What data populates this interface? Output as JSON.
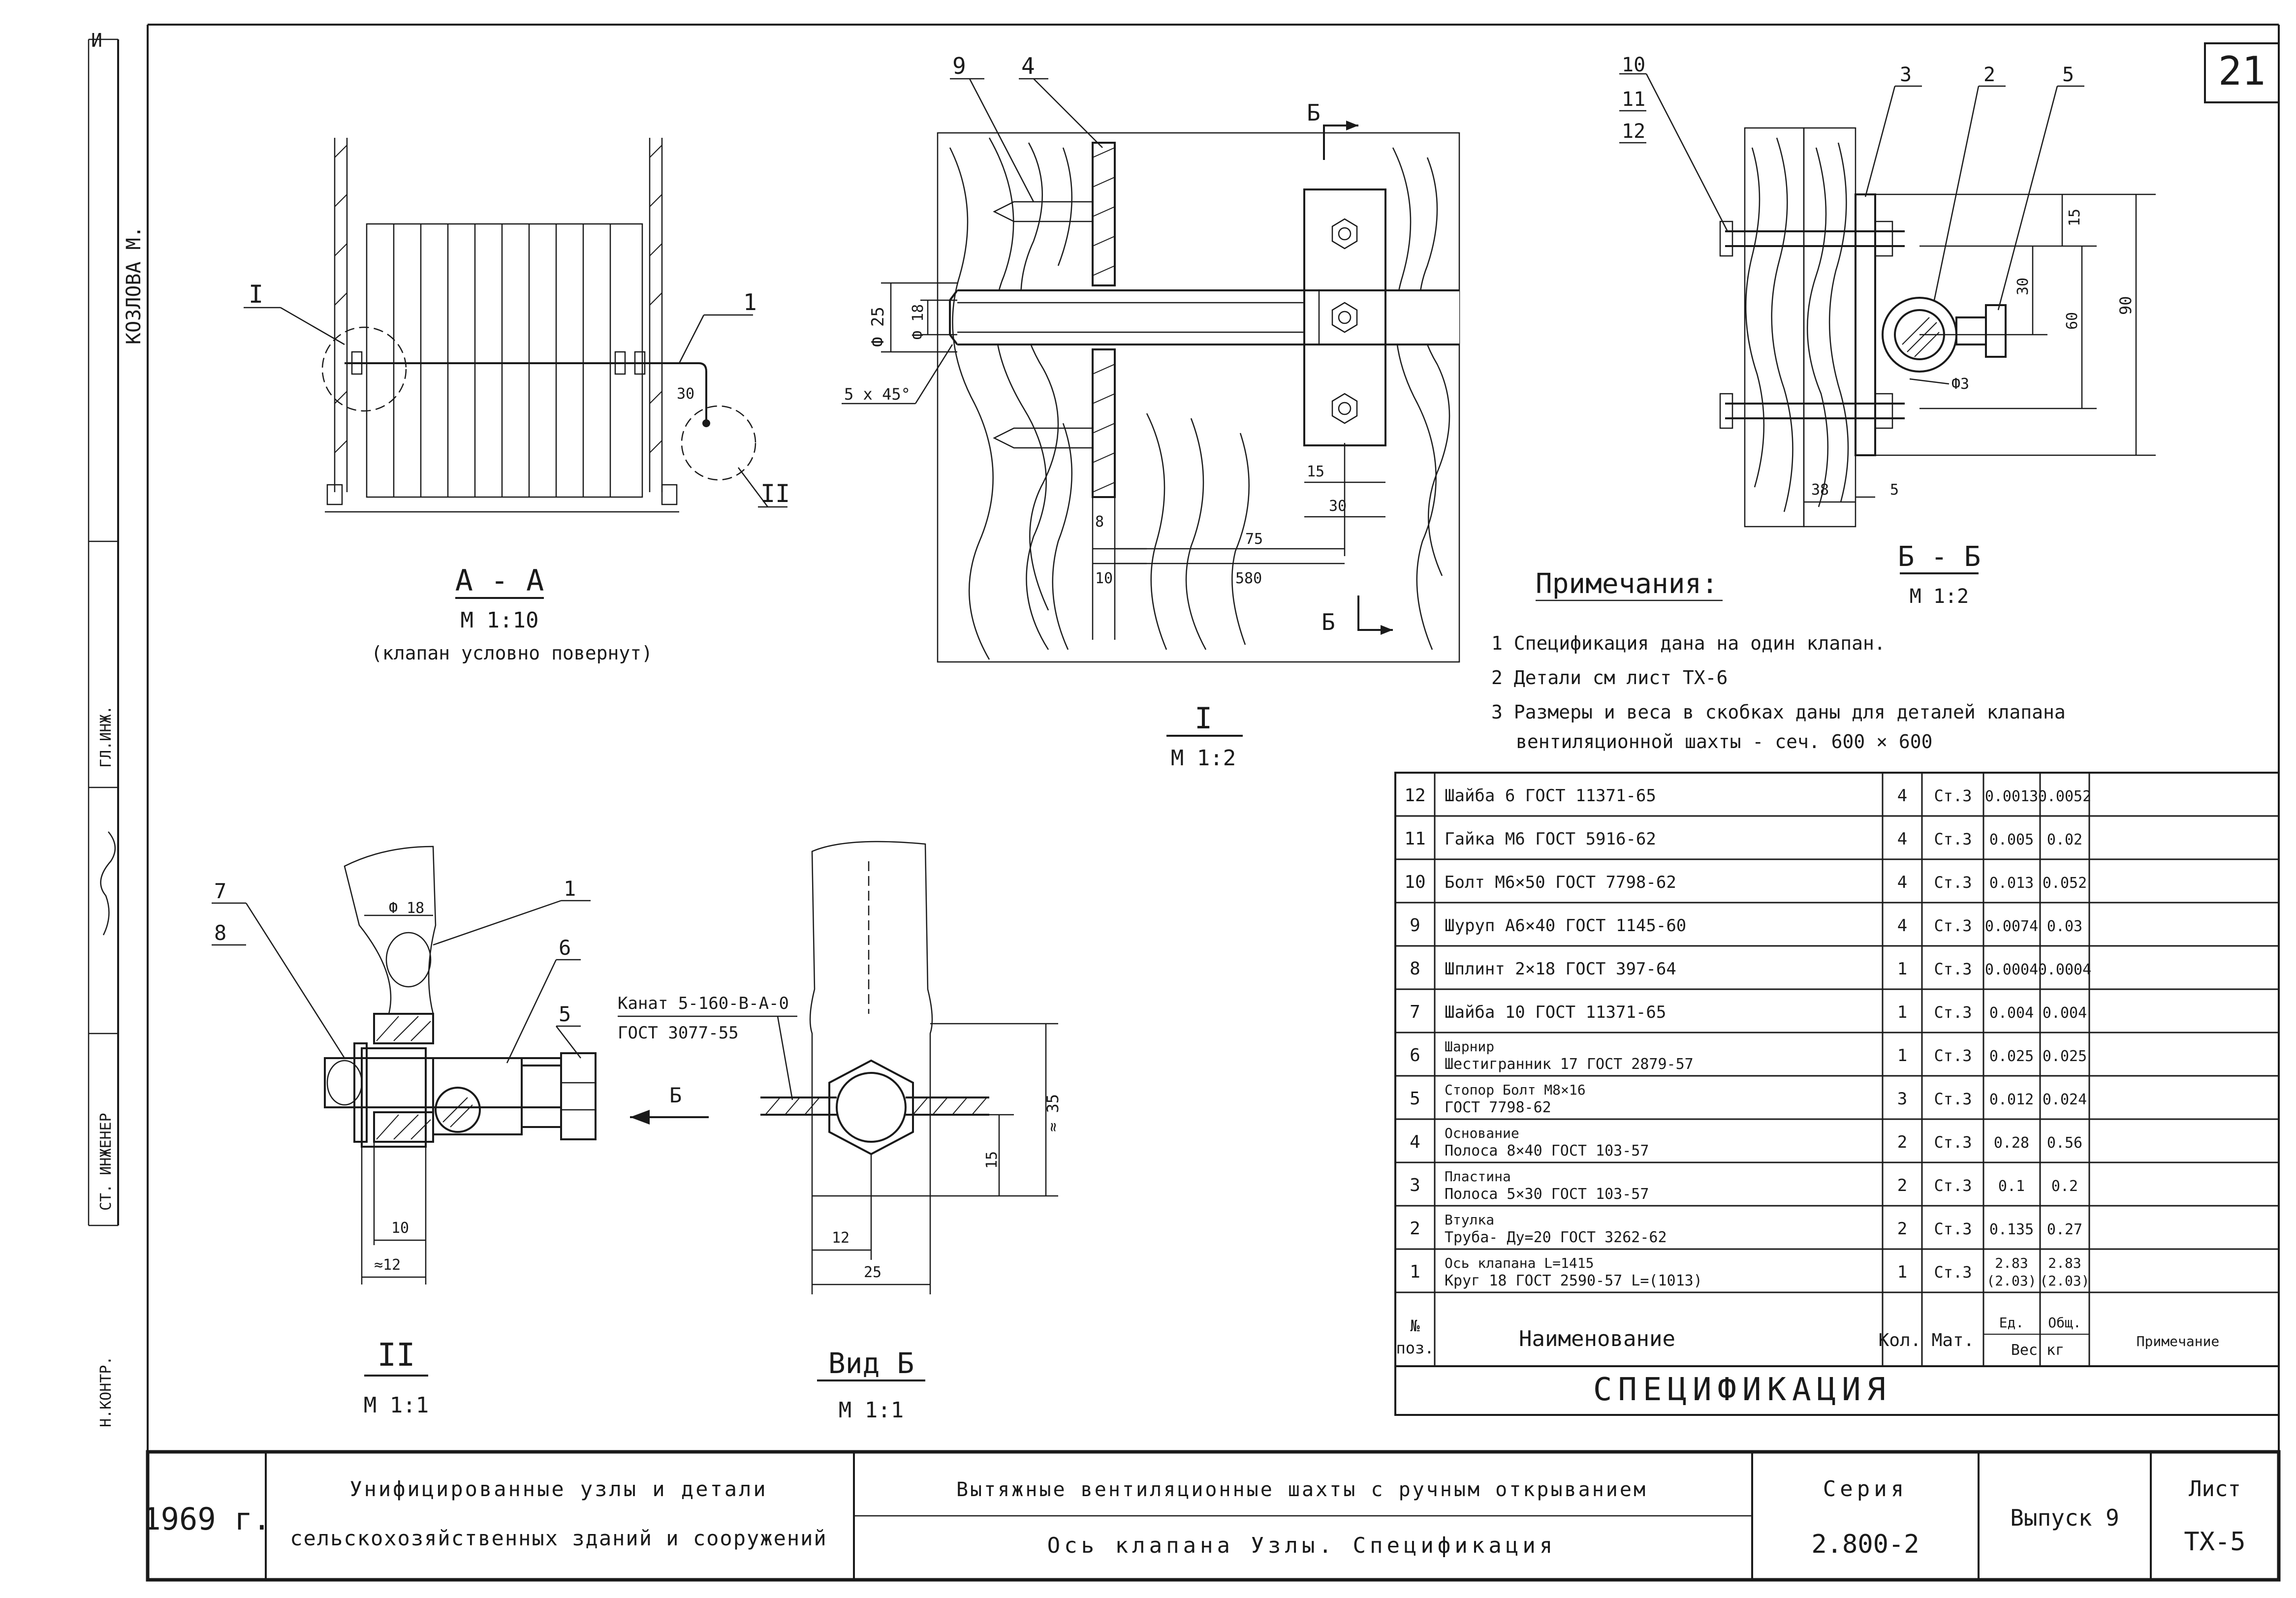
{
  "sheet": {
    "number": "21",
    "side_stamp": {
      "mark": "И",
      "author": "КОЗЛОВА М.",
      "role1": "ГЛ.ИНЖ.",
      "role2": "СТ. ИНЖЕНЕР",
      "checked": "Н.КОНТР."
    }
  },
  "views": {
    "aa": {
      "title": "А - А",
      "scale": "М 1:10",
      "note": "(клапан условно повернут)"
    },
    "one": {
      "title": "I",
      "scale": "М 1:2"
    },
    "bb": {
      "title": "Б - Б",
      "scale": "М 1:2"
    },
    "two": {
      "title": "II",
      "scale": "М 1:1"
    },
    "vidb": {
      "title": "Вид Б",
      "scale": "М 1:1"
    }
  },
  "callouts": {
    "aa": [
      "I",
      "1",
      "30",
      "II"
    ],
    "one": [
      "9",
      "4",
      "Б",
      "Б",
      "Ф 25",
      "Ф 18",
      "5 х 45°",
      "8",
      "10",
      "15",
      "30",
      "75",
      "580"
    ],
    "bb": [
      "10",
      "11",
      "12",
      "3",
      "2",
      "5",
      "15",
      "30",
      "60",
      "90",
      "38",
      "5",
      "Ф3"
    ],
    "two": [
      "7",
      "8",
      "1",
      "Ф 18",
      "6",
      "5",
      "Б",
      "10",
      "≈12"
    ],
    "vidb": [
      "Канат 5-160-В-А-0",
      "ГОСТ 3077-55",
      "≈ 35",
      "15",
      "12",
      "25"
    ]
  },
  "notes": {
    "title": "Примечания:",
    "items": [
      "1 Спецификация дана на один клапан.",
      "2 Детали см лист ТХ-6",
      "3 Размеры и веса в скобках даны для деталей клапана",
      "вентиляционной шахты - сеч. 600 × 600"
    ]
  },
  "spec": {
    "title": "СПЕЦИФИКАЦИЯ",
    "header": {
      "pos": [
        "№",
        "поз."
      ],
      "name": "Наименование",
      "qty": "Кол.",
      "mat": "Мат.",
      "unit": "Ед.",
      "total": "Общ.",
      "weight": "Вес кг",
      "note": "Примечание"
    },
    "rows": [
      {
        "pos": "12",
        "name": [
          "Шайба 6 ГОСТ 11371-65"
        ],
        "qty": "4",
        "mat": "Ст.3",
        "unit": "0.0013",
        "total": "0.0052"
      },
      {
        "pos": "11",
        "name": [
          "Гайка М6 ГОСТ 5916-62"
        ],
        "qty": "4",
        "mat": "Ст.3",
        "unit": "0.005",
        "total": "0.02"
      },
      {
        "pos": "10",
        "name": [
          "Болт М6×50 ГОСТ 7798-62"
        ],
        "qty": "4",
        "mat": "Ст.3",
        "unit": "0.013",
        "total": "0.052"
      },
      {
        "pos": "9",
        "name": [
          "Шуруп А6×40 ГОСТ 1145-60"
        ],
        "qty": "4",
        "mat": "Ст.3",
        "unit": "0.0074",
        "total": "0.03"
      },
      {
        "pos": "8",
        "name": [
          "Шплинт 2×18 ГОСТ 397-64"
        ],
        "qty": "1",
        "mat": "Ст.3",
        "unit": "0.0004",
        "total": "0.0004"
      },
      {
        "pos": "7",
        "name": [
          "Шайба 10 ГОСТ 11371-65"
        ],
        "qty": "1",
        "mat": "Ст.3",
        "unit": "0.004",
        "total": "0.004"
      },
      {
        "pos": "6",
        "name": [
          "Шарнир",
          "Шестигранник 17 ГОСТ 2879-57"
        ],
        "qty": "1",
        "mat": "Ст.3",
        "unit": "0.025",
        "total": "0.025"
      },
      {
        "pos": "5",
        "name": [
          "Стопор   Болт М8×16",
          "ГОСТ 7798-62"
        ],
        "qty": "3",
        "mat": "Ст.3",
        "unit": "0.012",
        "total": "0.024"
      },
      {
        "pos": "4",
        "name": [
          "Основание",
          "Полоса 8×40 ГОСТ 103-57"
        ],
        "qty": "2",
        "mat": "Ст.3",
        "unit": "0.28",
        "total": "0.56"
      },
      {
        "pos": "3",
        "name": [
          "Пластина",
          "Полоса 5×30 ГОСТ 103-57"
        ],
        "qty": "2",
        "mat": "Ст.3",
        "unit": "0.1",
        "total": "0.2"
      },
      {
        "pos": "2",
        "name": [
          "Втулка",
          "Труба- Ду=20 ГОСТ 3262-62"
        ],
        "qty": "2",
        "mat": "Ст.3",
        "unit": "0.135",
        "total": "0.27"
      },
      {
        "pos": "1",
        "name": [
          "Ось клапана       L=1415",
          "Круг 18  ГОСТ 2590-57  L=(1013)"
        ],
        "qty": "1",
        "mat": "Ст.3",
        "unit": "2.83 (2.03)",
        "total": "2.83 (2.03)"
      }
    ]
  },
  "title_block": {
    "year": "1969 г.",
    "org": [
      "Унифицированные узлы и детали",
      "сельскохозяйственных зданий и сооружений"
    ],
    "subject": [
      "Вытяжные вентиляционные шахты с ручным открыванием",
      "Ось клапана  Узлы.  Спецификация"
    ],
    "series_label": "Серия",
    "series": "2.800-2",
    "issue": "Выпуск 9",
    "sheet_label": "Лист",
    "sheet": "ТХ-5"
  }
}
